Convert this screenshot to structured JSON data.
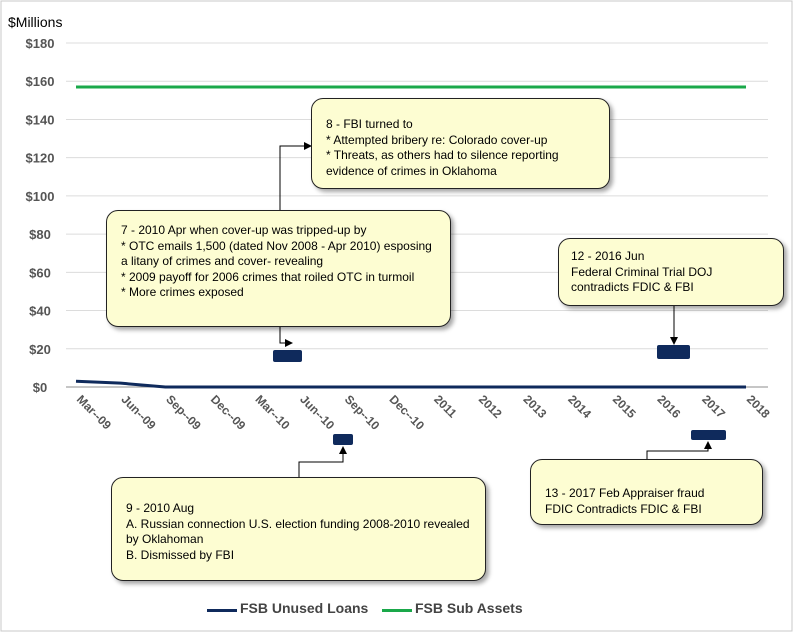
{
  "chart_data": {
    "type": "line",
    "unit_label": "$Millions",
    "ylim": [
      0,
      180
    ],
    "y_ticks": [
      "$0",
      "$20",
      "$40",
      "$60",
      "$80",
      "$100",
      "$120",
      "$140",
      "$160",
      "$180"
    ],
    "y_tick_values": [
      0,
      20,
      40,
      60,
      80,
      100,
      120,
      140,
      160,
      180
    ],
    "categories": [
      "Mar--09",
      "Jun--09",
      "Sep--09",
      "Dec--09",
      "Mar--10",
      "Jun--10",
      "Sep--10",
      "Dec--10",
      "2011",
      "2012",
      "2013",
      "2014",
      "2015",
      "2016",
      "2017",
      "2018"
    ],
    "series": [
      {
        "name": "FSB Unused Loans",
        "color": "#0f2a5c",
        "values": [
          3,
          2,
          0,
          0,
          0,
          0,
          0,
          0,
          0,
          0,
          0,
          0,
          0,
          0,
          0,
          0
        ]
      },
      {
        "name": "FSB Sub Assets",
        "color": "#1aa84a",
        "values": [
          157,
          157,
          157,
          157,
          157,
          157,
          157,
          157,
          157,
          157,
          157,
          157,
          157,
          157,
          157,
          157
        ]
      }
    ],
    "grid": true,
    "legend_position": "bottom",
    "annotations": [
      {
        "id": "n8",
        "text": "8 - FBI turned to\n* Attempted bribery re: Colorado cover-up\n* Threats, as others had to silence reporting evidence of crimes in Oklahoma"
      },
      {
        "id": "n7",
        "text": "7 - 2010 Apr when cover-up was tripped-up by\n* OTC emails 1,500 (dated Nov 2008 - Apr 2010) esposing a litany of crimes and cover- revealing\n* 2009 payoff for 2006 crimes that roiled OTC in turmoil\n* More crimes exposed"
      },
      {
        "id": "n12",
        "text": "12 - 2016 Jun\n Federal Criminal Trial DOJ contradicts FDIC & FBI"
      },
      {
        "id": "n9",
        "text": "9 - 2010 Aug\nA. Russian connection U.S. election funding 2008-2010 revealed by Oklahoman\nB. Dismissed by FBI"
      },
      {
        "id": "n13",
        "text": "13 - 2017 Feb Appraiser fraud\nFDIC Contradicts FDIC & FBI"
      }
    ]
  }
}
